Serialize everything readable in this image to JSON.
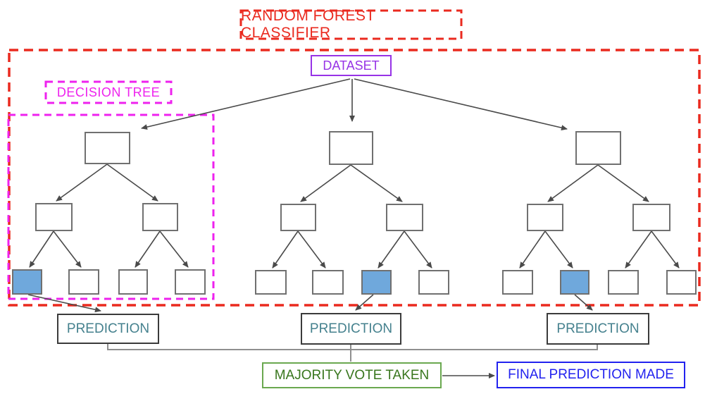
{
  "diagram": {
    "title": "RANDOM FOREST CLASSIFIER",
    "dataset_label": "DATASET",
    "decision_tree_label": "DECISION TREE",
    "predictions": [
      "PREDICTION",
      "PREDICTION",
      "PREDICTION"
    ],
    "majority_vote_label": "MAJORITY VOTE TAKEN",
    "final_prediction_label": "FINAL PREDICTION MADE",
    "trees": {
      "count": 3,
      "nodes_per_tree": 7,
      "highlighted_leaf_per_tree": [
        1,
        3,
        2
      ]
    }
  },
  "colors": {
    "red": "#ea2a1f",
    "purple": "#9733e6",
    "magenta": "#ee22ee",
    "teal": "#45818e",
    "green-text": "#38761d",
    "green-border": "#6aa84f",
    "blue": "#2222ef",
    "node-border": "#707070",
    "node-fill": "#ffffff",
    "highlight-fill": "#6fa8dc",
    "prediction-border": "#3b3b3b",
    "arrow": "#4a4a4a",
    "connector": "#8f8f8f"
  }
}
